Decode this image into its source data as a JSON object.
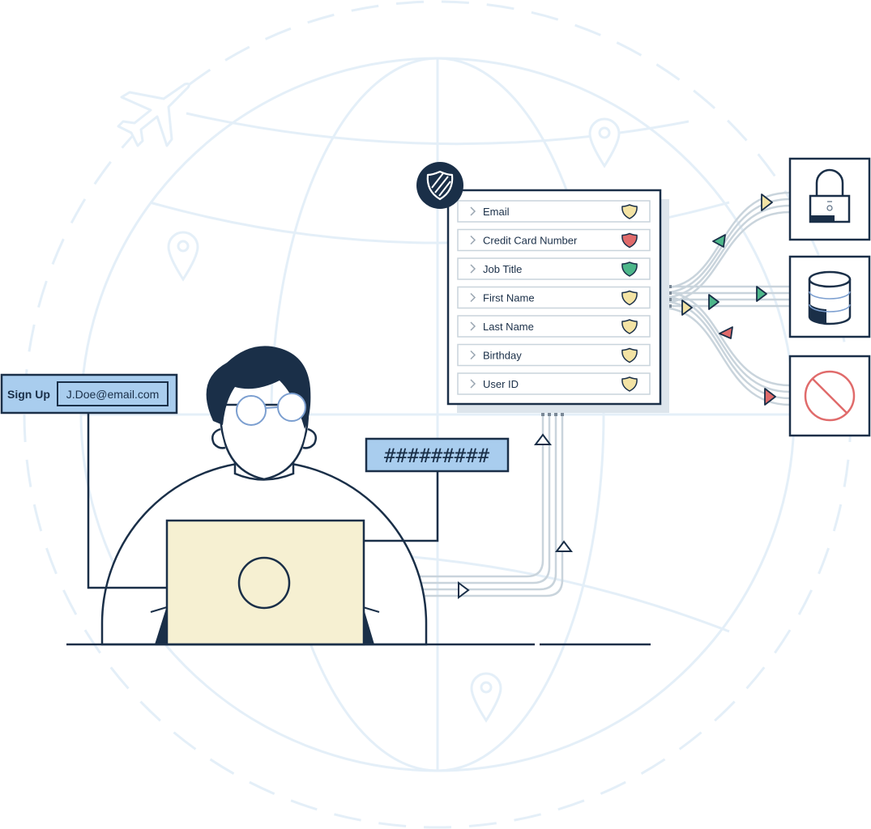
{
  "signup": {
    "label": "Sign Up",
    "email_value": "J.Doe@email.com"
  },
  "password": {
    "masked_value": "#########"
  },
  "data_panel": {
    "fields": [
      {
        "label": "Email",
        "shield_color": "#f3e3a4"
      },
      {
        "label": "Credit Card Number",
        "shield_color": "#e06b6b"
      },
      {
        "label": "Job Title",
        "shield_color": "#4db78a"
      },
      {
        "label": "First Name",
        "shield_color": "#f3e3a4"
      },
      {
        "label": "Last Name",
        "shield_color": "#f3e3a4"
      },
      {
        "label": "Birthday",
        "shield_color": "#f3e3a4"
      },
      {
        "label": "User ID",
        "shield_color": "#f3e3a4"
      }
    ]
  },
  "destinations": [
    {
      "icon": "lock-icon"
    },
    {
      "icon": "database-icon"
    },
    {
      "icon": "prohibited-icon"
    }
  ],
  "colors": {
    "navy": "#1a2f48",
    "input_blue": "#a9cdee",
    "laptop": "#f6f0d2",
    "globe_lines": "#e4eff8",
    "pipes": "#c9d4dc",
    "arrow_yellow": "#f3e3a4",
    "arrow_green": "#4db78a",
    "arrow_red": "#e06b6b"
  }
}
